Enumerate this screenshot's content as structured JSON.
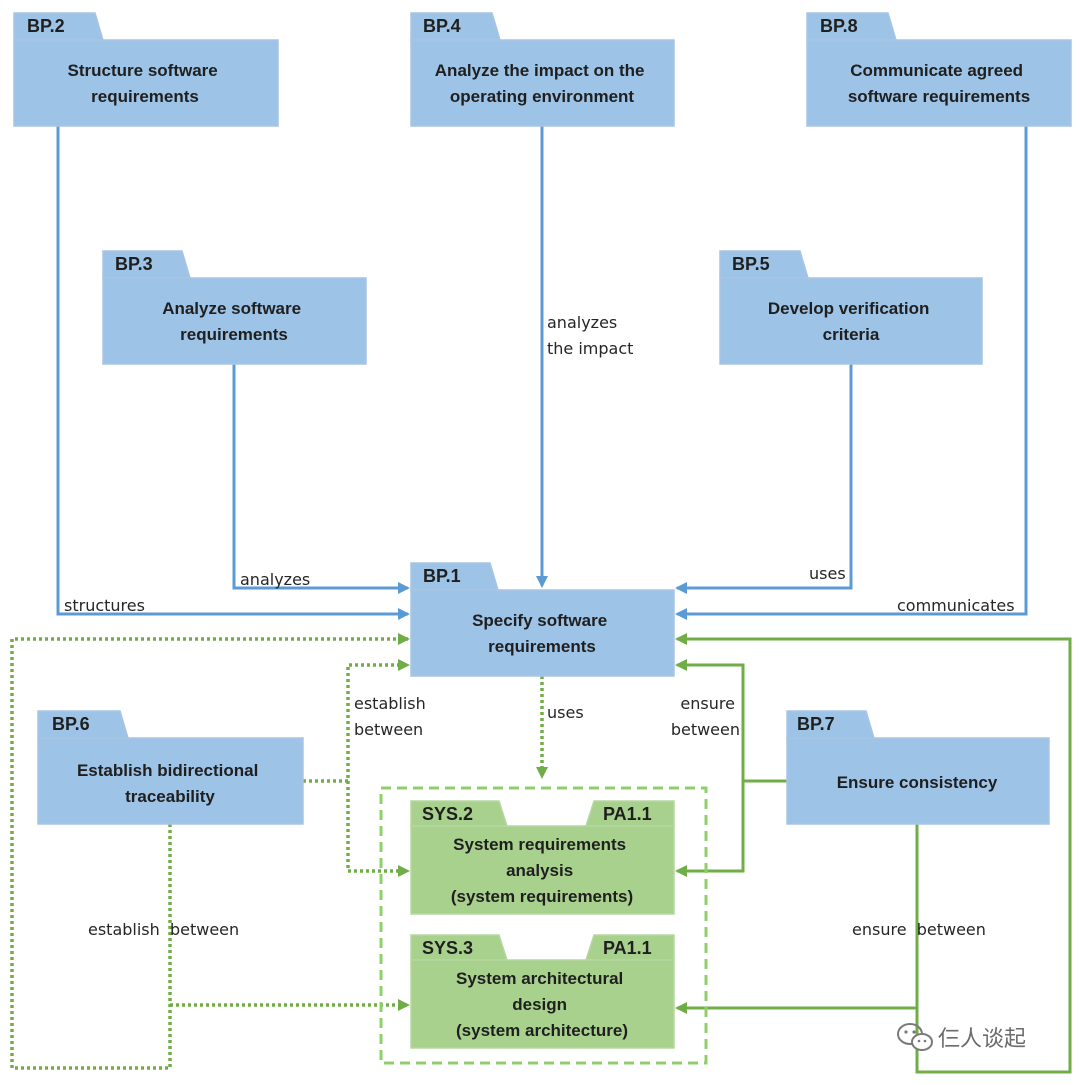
{
  "colors": {
    "blue_fill": "#9dc3e6",
    "blue_stroke": "#a9c4e4",
    "blue_line": "#5b9bd5",
    "green_fill": "#a9d18e",
    "green_stroke": "#b6d7a0",
    "green_line": "#70ad47",
    "green_dashed": "#8fcf6a",
    "text": "#1f1f1f"
  },
  "nodes": {
    "bp2": {
      "tag": "BP.2",
      "lines": [
        "Structure software",
        "requirements"
      ]
    },
    "bp4": {
      "tag": "BP.4",
      "lines": [
        "Analyze the impact on the",
        "operating environment"
      ]
    },
    "bp8": {
      "tag": "BP.8",
      "lines": [
        "Communicate agreed",
        "software requirements"
      ]
    },
    "bp3": {
      "tag": "BP.3",
      "lines": [
        "Analyze software",
        "requirements"
      ]
    },
    "bp5": {
      "tag": "BP.5",
      "lines": [
        "Develop verification",
        "criteria"
      ]
    },
    "bp1": {
      "tag": "BP.1",
      "lines": [
        "Specify software",
        "requirements"
      ]
    },
    "bp6": {
      "tag": "BP.6",
      "lines": [
        "Establish bidirectional",
        "traceability"
      ]
    },
    "bp7": {
      "tag": "BP.7",
      "lines": [
        "Ensure consistency"
      ]
    },
    "sys2": {
      "tag": "SYS.2",
      "tag_right": "PA1.1",
      "lines": [
        "System requirements",
        "analysis",
        "(system requirements)"
      ]
    },
    "sys3": {
      "tag": "SYS.3",
      "tag_right": "PA1.1",
      "lines": [
        "System architectural",
        "design",
        "(system architecture)"
      ]
    }
  },
  "edge_labels": {
    "analyzes_impact": [
      "analyzes",
      "the impact"
    ],
    "analyzes": "analyzes",
    "structures": "structures",
    "uses_bp5": "uses",
    "communicates": "communicates",
    "establish_between_top": [
      "establish",
      "between"
    ],
    "uses_sys": "uses",
    "ensure_between_top": [
      "ensure",
      "between"
    ],
    "establish_between_bottom": "establish  between",
    "ensure_between_bottom": "ensure  between"
  },
  "watermark": {
    "icon": "wechat-icon",
    "text": "仨人谈起"
  }
}
